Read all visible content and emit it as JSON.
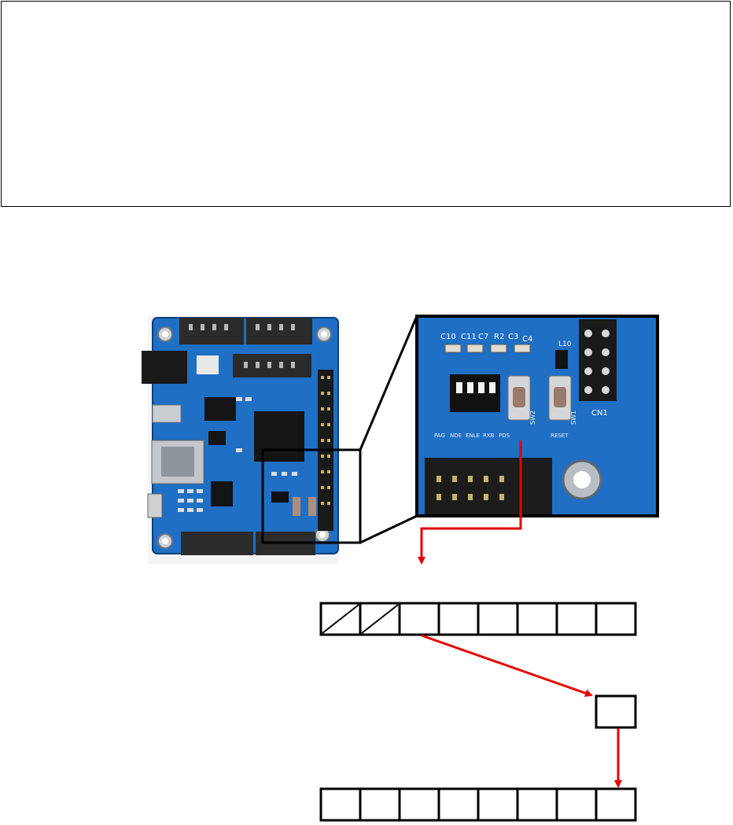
{
  "note_box": {
    "text": ""
  },
  "board": {
    "silkscreen": {
      "caps": [
        "C10",
        "C11",
        "C7",
        "R2",
        "C3",
        "C4"
      ],
      "dip_labels": [
        "PAG",
        "NDE",
        "ENLE",
        "RXB",
        "PDS"
      ],
      "buttons": [
        "SW2",
        "SW1"
      ],
      "reset": "RESET",
      "connector": "CN1",
      "chip": "L10"
    }
  },
  "colors": {
    "pcb": "#1f6fc4",
    "accent_line": "#e60000",
    "outline": "#000000"
  },
  "registers": {
    "top": {
      "cells": 8,
      "unused_cells": 2
    },
    "single_cell": {
      "cells": 1
    },
    "bottom": {
      "cells": 8
    }
  }
}
